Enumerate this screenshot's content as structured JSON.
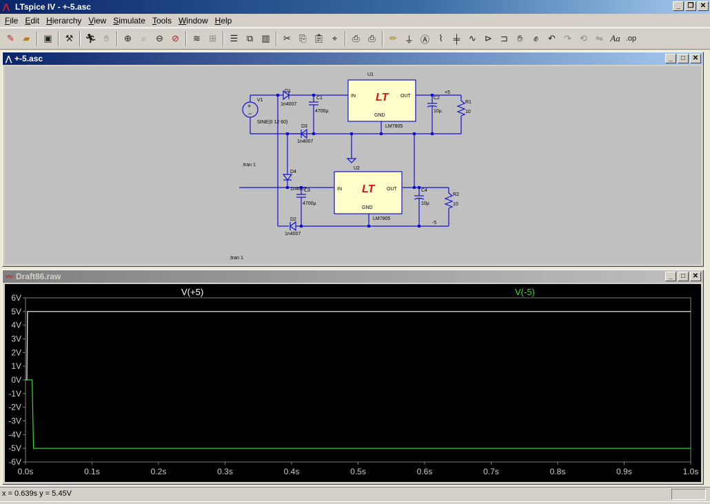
{
  "app": {
    "title": "LTspice IV - +-5.asc"
  },
  "menu": [
    "File",
    "Edit",
    "Hierarchy",
    "View",
    "Simulate",
    "Tools",
    "Window",
    "Help"
  ],
  "toolbar_icons": [
    "new-schematic-icon",
    "open-icon",
    "save-icon",
    "control-panel-icon",
    "run-icon",
    "halt-icon",
    "zoom-in-icon",
    "pan-icon",
    "zoom-out-icon",
    "zoom-fit-icon",
    "autorange-icon",
    "grid-icon",
    "tile-horizontal-icon",
    "cascade-icon",
    "tile-vertical-icon",
    "cut-icon",
    "copy-icon",
    "paste-icon",
    "find-icon",
    "print-setup-icon",
    "print-icon",
    "wire-icon",
    "ground-icon",
    "label-icon",
    "resistor-icon",
    "capacitor-icon",
    "inductor-icon",
    "diode-icon",
    "component-icon",
    "move-icon",
    "drag-icon",
    "undo-icon",
    "redo-icon",
    "rotate-icon",
    "mirror-icon",
    "text-icon",
    "spice-directive-icon"
  ],
  "schematic": {
    "title": "+-5.asc",
    "labels": {
      "u1": "U1",
      "u2": "U2",
      "in1": "IN",
      "out1": "OUT",
      "gnd1": "GND",
      "part1": "LM7805",
      "in2": "IN",
      "out2": "OUT",
      "gnd2": "GND",
      "part2": "LM7805",
      "d1": "D1",
      "d1v": "1n4007",
      "d2": "D2",
      "d2v": "1n4007",
      "d3": "D3",
      "d3v": "1n4007",
      "d4": "D4",
      "d4v": "1n4007",
      "c1": "C1",
      "c1v": "4700µ",
      "c2": "C2",
      "c2v": "10µ",
      "c3": "C3",
      "c3v": "4700µ",
      "c4": "C4",
      "c4v": "10µ",
      "r1": "R1",
      "r1v": "10",
      "r2": "R2",
      "r2v": "10",
      "v1": "V1",
      "v1v": "SINE(0 12 60)",
      "netp": "+5",
      "netn": "-5",
      "tran1": ".tran 1",
      "tran2": ";tran 1"
    }
  },
  "waveform": {
    "title": "Draft86.raw",
    "trace1_label": "V(+5)",
    "trace2_label": "V(-5)",
    "colors": {
      "trace1": "#ffffff",
      "trace2": "#33dd33",
      "grid": "#808080",
      "axis_text": "#cccccc"
    }
  },
  "chart_data": {
    "type": "line",
    "title": "",
    "xlabel": "",
    "ylabel": "",
    "xlim": [
      0,
      1.0
    ],
    "ylim": [
      -6,
      6
    ],
    "x_ticks": [
      "0.0s",
      "0.1s",
      "0.2s",
      "0.3s",
      "0.4s",
      "0.5s",
      "0.6s",
      "0.7s",
      "0.8s",
      "0.9s",
      "1.0s"
    ],
    "y_ticks": [
      "6V",
      "5V",
      "4V",
      "3V",
      "2V",
      "1V",
      "0V",
      "-1V",
      "-2V",
      "-3V",
      "-4V",
      "-5V",
      "-6V"
    ],
    "series": [
      {
        "name": "V(+5)",
        "color": "#ffffff",
        "x": [
          0,
          0.002,
          0.003,
          1.0
        ],
        "y": [
          0,
          0,
          5.0,
          5.0
        ]
      },
      {
        "name": "V(-5)",
        "color": "#33dd33",
        "x": [
          0,
          0.01,
          0.012,
          1.0
        ],
        "y": [
          0,
          0,
          -5.0,
          -5.0
        ]
      }
    ]
  },
  "status": {
    "text": "x = 0.639s   y = 5.45V"
  }
}
